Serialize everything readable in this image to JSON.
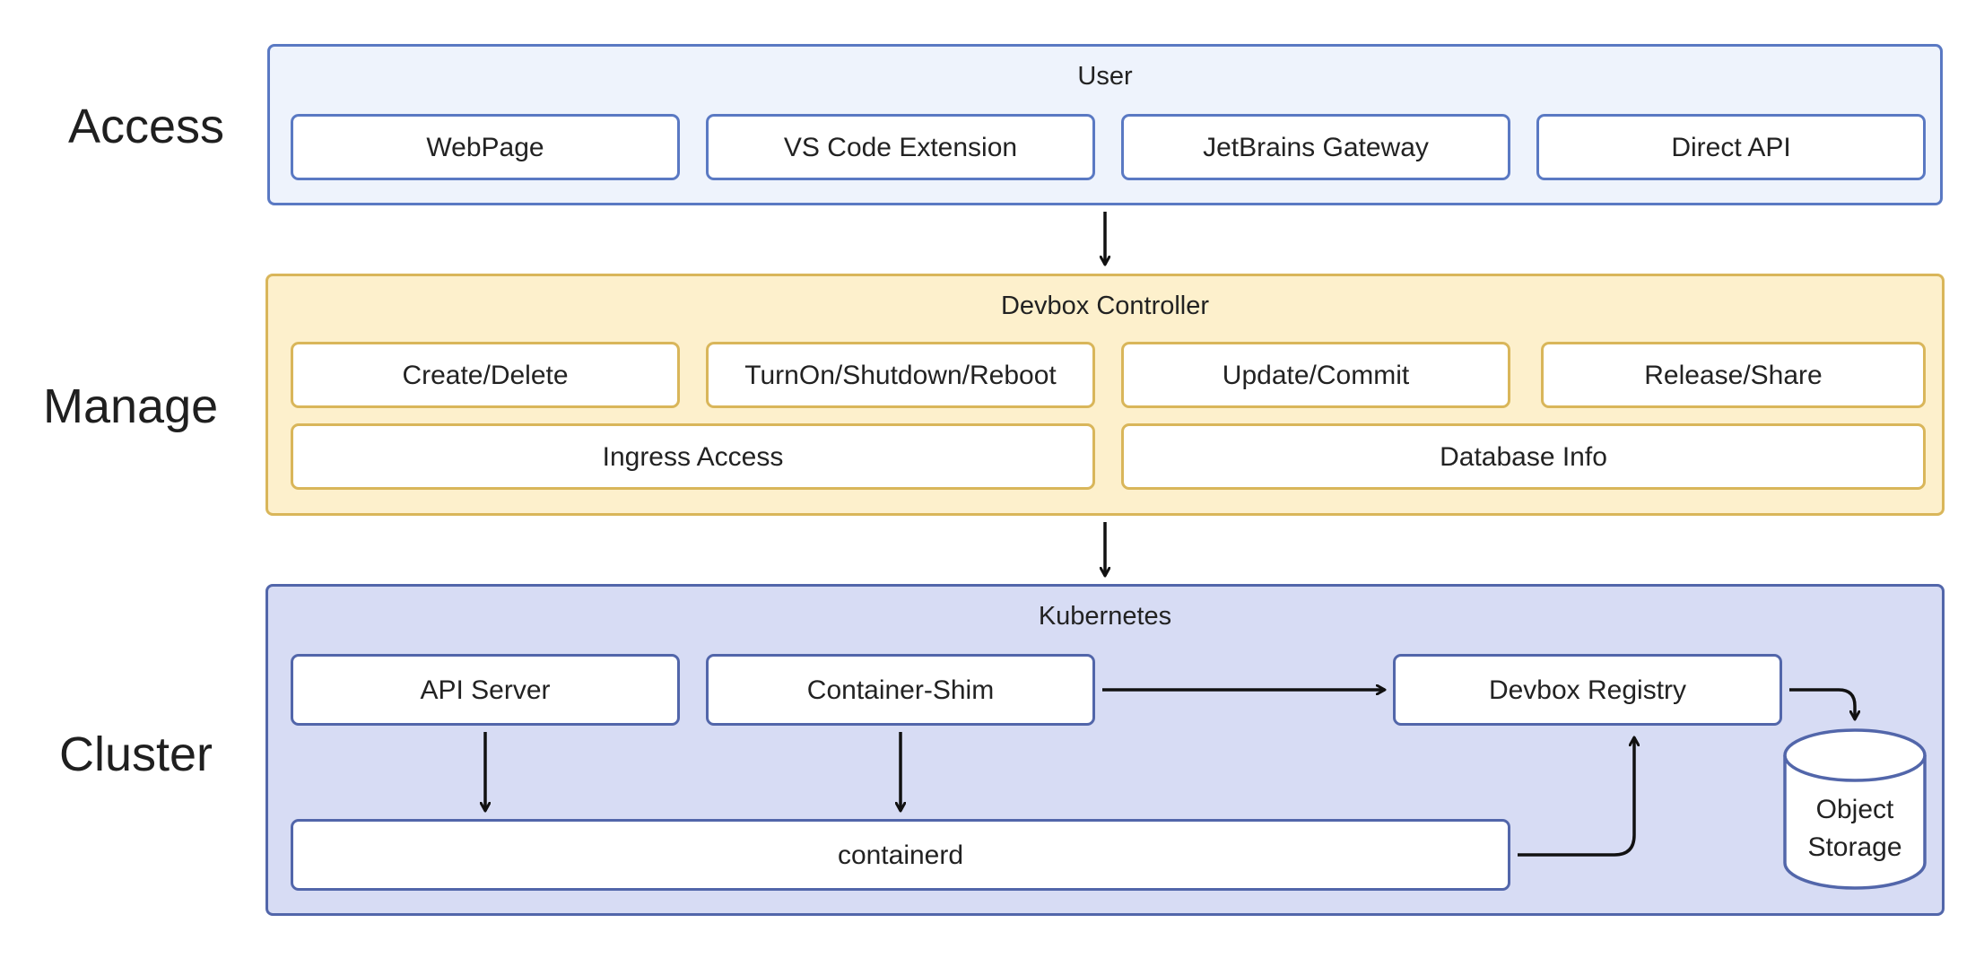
{
  "layers": {
    "access": "Access",
    "manage": "Manage",
    "cluster": "Cluster"
  },
  "access_panel": {
    "title": "User",
    "items": [
      "WebPage",
      "VS Code Extension",
      "JetBrains Gateway",
      "Direct API"
    ]
  },
  "manage_panel": {
    "title": "Devbox Controller",
    "items_row1": [
      "Create/Delete",
      "TurnOn/Shutdown/Reboot",
      "Update/Commit",
      "Release/Share"
    ],
    "items_row2": [
      "Ingress Access",
      "Database Info"
    ]
  },
  "cluster_panel": {
    "title": "Kubernetes",
    "api_server": "API Server",
    "container_shim": "Container-Shim",
    "devbox_registry": "Devbox Registry",
    "containerd": "containerd",
    "object_storage_line1": "Object",
    "object_storage_line2": "Storage"
  },
  "colors": {
    "access_fill": "#eef3fc",
    "access_border": "#5a79c3",
    "manage_fill": "#fdf0cc",
    "manage_border": "#d9b65a",
    "cluster_fill": "#d7dcf4",
    "cluster_border": "#5266aa",
    "arrow": "#111111"
  }
}
